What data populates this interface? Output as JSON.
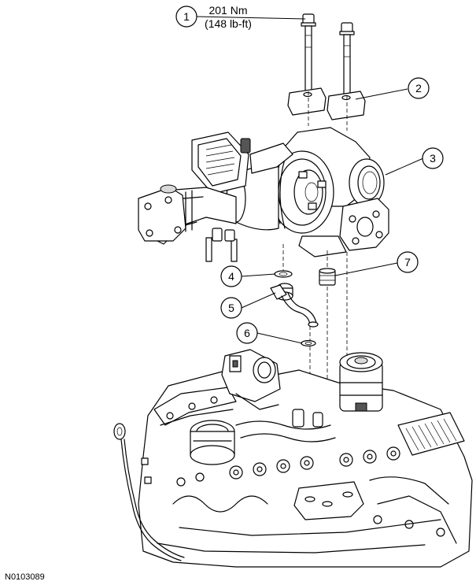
{
  "torque": {
    "value_nm": "201 Nm",
    "value_lbft": "(148 lb-ft)"
  },
  "callouts": [
    {
      "id": "callout-1",
      "number": "1"
    },
    {
      "id": "callout-2",
      "number": "2"
    },
    {
      "id": "callout-3",
      "number": "3"
    },
    {
      "id": "callout-4",
      "number": "4"
    },
    {
      "id": "callout-5",
      "number": "5"
    },
    {
      "id": "callout-6",
      "number": "6"
    },
    {
      "id": "callout-7",
      "number": "7"
    }
  ],
  "figure_id": "N0103089"
}
